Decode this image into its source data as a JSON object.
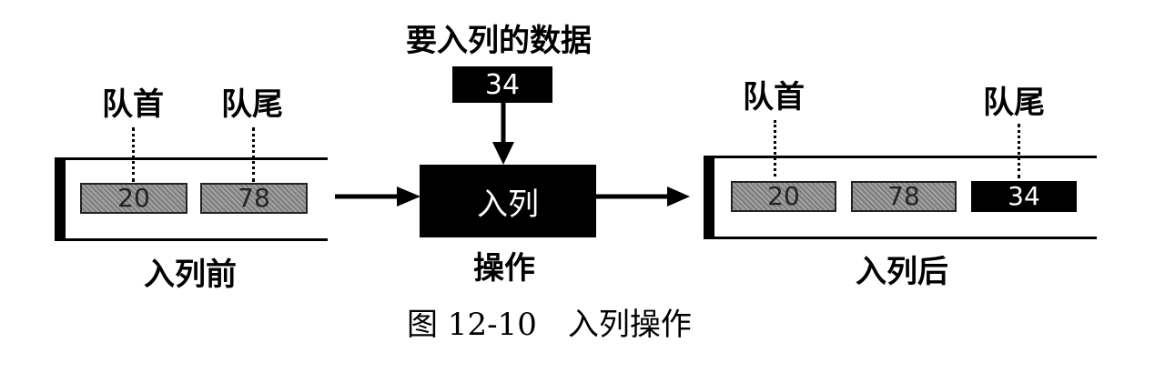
{
  "input": {
    "label": "要入列的数据",
    "value": "34"
  },
  "operation": {
    "box_label": "入列",
    "caption": "操作"
  },
  "before": {
    "head_label": "队首",
    "tail_label": "队尾",
    "cells": [
      "20",
      "78"
    ],
    "caption": "入列前"
  },
  "after": {
    "head_label": "队首",
    "tail_label": "队尾",
    "cells": [
      "20",
      "78",
      "34"
    ],
    "caption": "入列后"
  },
  "figure_caption": "图 12-10　入列操作"
}
